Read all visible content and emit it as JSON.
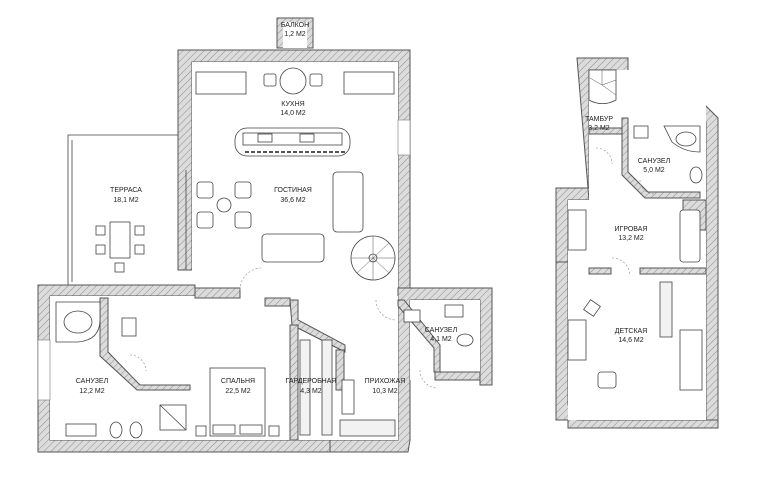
{
  "rooms": {
    "balcony": {
      "name": "БАЛКОН",
      "area": "1,2 М2"
    },
    "kitchen": {
      "name": "КУХНЯ",
      "area": "14,0 М2"
    },
    "terrace": {
      "name": "ТЕРРАСА",
      "area": "18,1 М2"
    },
    "living": {
      "name": "ГОСТИНАЯ",
      "area": "36,6 М2"
    },
    "bath_left": {
      "name": "САНУЗЕЛ",
      "area": "12,2 М2"
    },
    "bedroom": {
      "name": "СПАЛЬНЯ",
      "area": "22,5 М2"
    },
    "wardrobe": {
      "name": "ГАРДЕРОБНАЯ",
      "area": "4,3 М2"
    },
    "hall": {
      "name": "ПРИХОЖАЯ",
      "area": "10,3 М2"
    },
    "bath_mid": {
      "name": "САНУЗЕЛ",
      "area": "4,1 М2"
    },
    "vestibule": {
      "name": "ТАМБУР",
      "area": "3,2 М2"
    },
    "bath_up": {
      "name": "САНУЗЕЛ",
      "area": "5,0 М2"
    },
    "playroom": {
      "name": "ИГРОВАЯ",
      "area": "13,2 М2"
    },
    "nursery": {
      "name": "ДЕТСКАЯ",
      "area": "14,6 М2"
    }
  }
}
